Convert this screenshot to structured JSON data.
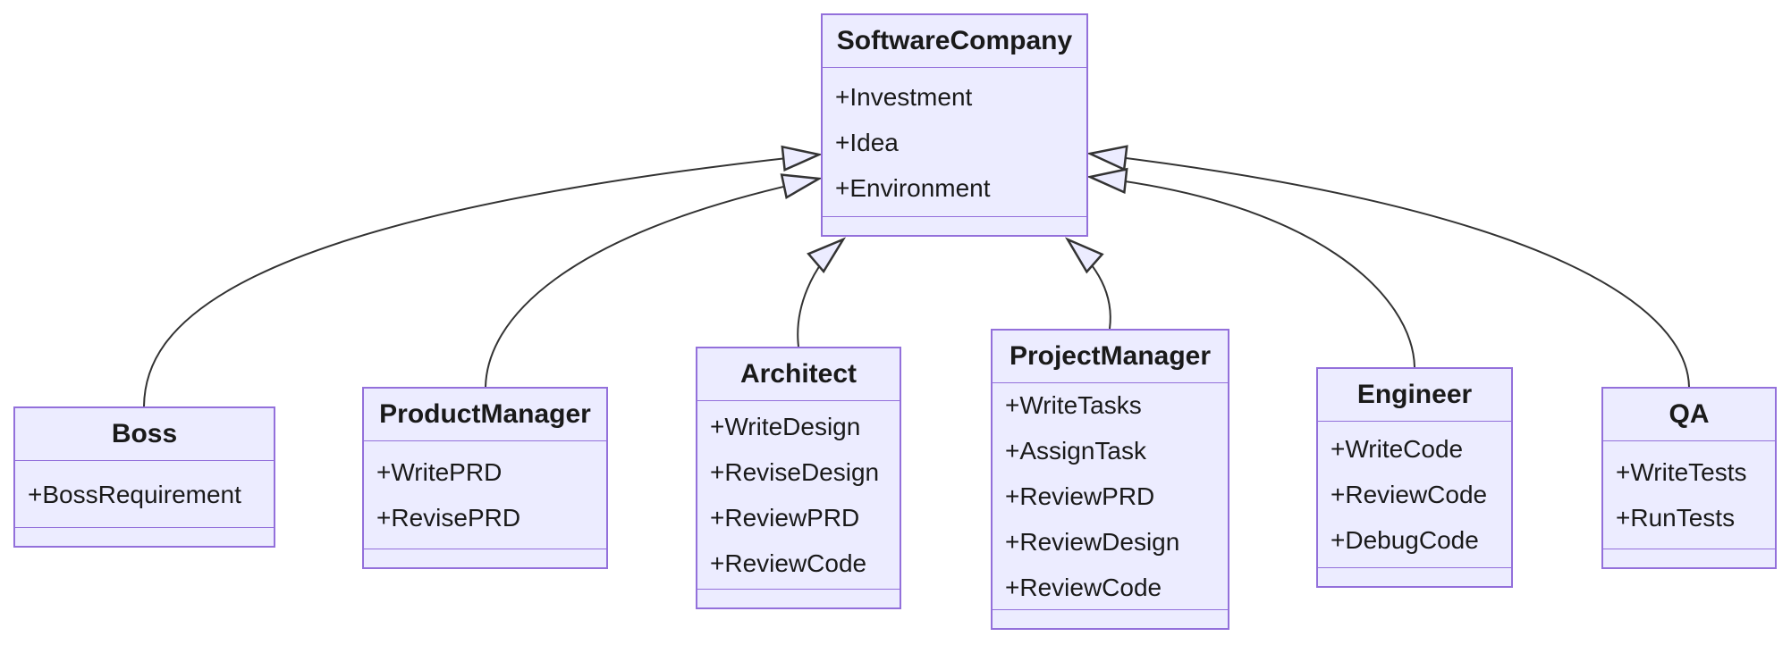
{
  "diagram": {
    "type": "uml-class-diagram",
    "classes": [
      {
        "name": "SoftwareCompany",
        "members": [
          "+Investment",
          "+Idea",
          "+Environment"
        ]
      },
      {
        "name": "Boss",
        "members": [
          "+BossRequirement"
        ]
      },
      {
        "name": "ProductManager",
        "members": [
          "+WritePRD",
          "+RevisePRD"
        ]
      },
      {
        "name": "Architect",
        "members": [
          "+WriteDesign",
          "+ReviseDesign",
          "+ReviewPRD",
          "+ReviewCode"
        ]
      },
      {
        "name": "ProjectManager",
        "members": [
          "+WriteTasks",
          "+AssignTask",
          "+ReviewPRD",
          "+ReviewDesign",
          "+ReviewCode"
        ]
      },
      {
        "name": "Engineer",
        "members": [
          "+WriteCode",
          "+ReviewCode",
          "+DebugCode"
        ]
      },
      {
        "name": "QA",
        "members": [
          "+WriteTests",
          "+RunTests"
        ]
      }
    ],
    "relations": [
      {
        "from": "Boss",
        "to": "SoftwareCompany",
        "type": "inheritance"
      },
      {
        "from": "ProductManager",
        "to": "SoftwareCompany",
        "type": "inheritance"
      },
      {
        "from": "Architect",
        "to": "SoftwareCompany",
        "type": "inheritance"
      },
      {
        "from": "ProjectManager",
        "to": "SoftwareCompany",
        "type": "inheritance"
      },
      {
        "from": "Engineer",
        "to": "SoftwareCompany",
        "type": "inheritance"
      },
      {
        "from": "QA",
        "to": "SoftwareCompany",
        "type": "inheritance"
      }
    ],
    "colors": {
      "node_fill": "#ECECFF",
      "node_border": "#9370DB",
      "edge_line": "#333333",
      "text": "#1a1a1a",
      "background": "#FFFFFF"
    }
  }
}
